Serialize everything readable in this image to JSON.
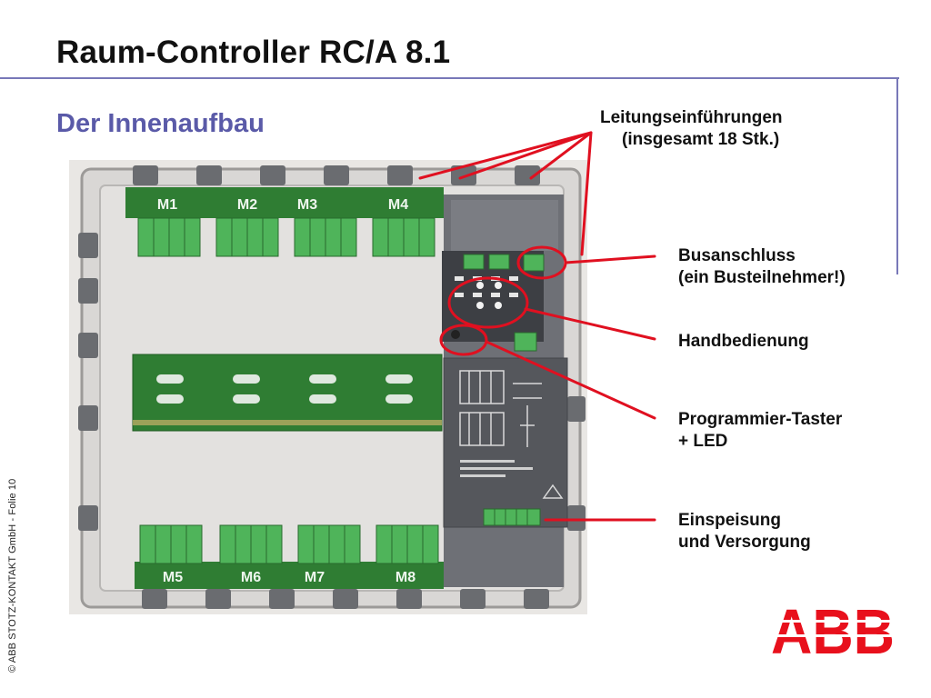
{
  "slide": {
    "title": "Raum-Controller RC/A 8.1",
    "subtitle": "Der Innenaufbau",
    "copyright": "© ABB STOTZ-KONTAKT GmbH  - Folie 10"
  },
  "photo": {
    "module_labels_top": [
      "M1",
      "M2",
      "M3",
      "M4"
    ],
    "module_labels_bottom": [
      "M5",
      "M6",
      "M7",
      "M8"
    ]
  },
  "callouts": {
    "cable_entries": {
      "line1": "Leitungseinführungen",
      "line2": "(insgesamt 18 Stk.)"
    },
    "bus_connection": {
      "line1": "Busanschluss",
      "line2": "(ein Busteilnehmer!)"
    },
    "manual_operation": {
      "line1": "Handbedienung"
    },
    "programming_button": {
      "line1": "Programmier-Taster",
      "line2": "+ LED"
    },
    "power_supply": {
      "line1": "Einspeisung",
      "line2": "und Versorgung"
    }
  },
  "logo": {
    "text": "ABB"
  },
  "colors": {
    "title": "#111111",
    "subtitle": "#5a5aa8",
    "rule": "#7878b8",
    "callout_line": "#e01020",
    "logo": "#e8101c",
    "pcb_green": "#2f7d33"
  }
}
